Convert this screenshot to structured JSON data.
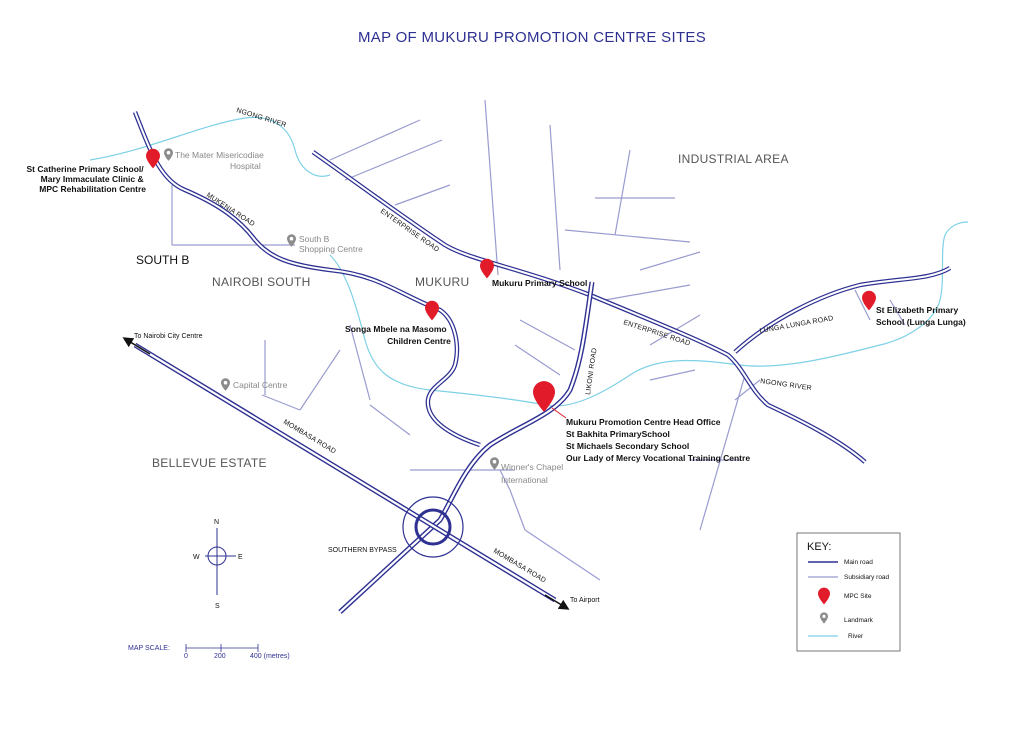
{
  "title": "MAP OF MUKURU PROMOTION CENTRE SITES",
  "areas": {
    "industrial_area": "INDUSTRIAL AREA",
    "south_b": "SOUTH B",
    "nairobi_south": "NAIROBI SOUTH",
    "mukuru": "MUKURU",
    "bellevue_estate": "BELLEVUE ESTATE"
  },
  "roads": {
    "ngong_river_top": "NGONG RIVER",
    "ngong_river_right": "NGONG RIVER",
    "mukenia_road": "MUKENIA ROAD",
    "enterprise_road_top": "ENTERPRISE ROAD",
    "enterprise_road_right": "ENTERPRISE ROAD",
    "lunga_lunga_road": "LUNGA LUNGA ROAD",
    "likoni_road": "LIKONI ROAD",
    "mombasa_road_left": "MOMBASA ROAD",
    "mombasa_road_right": "MOMBASA ROAD",
    "southern_bypass": "SOUTHERN BYPASS",
    "to_city_centre": "To Nairobi City Centre",
    "to_airport": "To Airport"
  },
  "sites": {
    "st_catherine": [
      "St Catherine Primary School/",
      "Mary Immaculate Clinic &",
      "MPC Rehabilitation Centre"
    ],
    "mukuru_primary": [
      "Mukuru Primary School"
    ],
    "songa_mbele": [
      "Songa Mbele na Masomo",
      "Children Centre"
    ],
    "st_elizabeth": [
      "St Elizabeth Primary",
      "School (Lunga Lunga)"
    ],
    "head_office": [
      "Mukuru Promotion Centre Head Office",
      "St Bakhita PrimarySchool",
      "St Michaels Secondary School",
      "Our Lady of Mercy Vocational Training Centre"
    ]
  },
  "landmarks": {
    "mater": [
      "The Mater Misericodiae",
      "Hospital"
    ],
    "south_b_shopping": [
      "South B",
      "Shopping Centre"
    ],
    "capital_centre": [
      "Capital Centre"
    ],
    "winners_chapel": [
      "Winner's Chapel",
      "International"
    ]
  },
  "compass": {
    "n": "N",
    "s": "S",
    "e": "E",
    "w": "W"
  },
  "scale": {
    "label": "MAP SCALE:",
    "ticks": [
      "0",
      "200",
      "400 (metres)"
    ]
  },
  "key": {
    "title": "KEY:",
    "items": [
      "Main road",
      "Subsidiary road",
      "MPC Site",
      "Landmark",
      "River"
    ]
  },
  "colors": {
    "main_road": "#2e3192",
    "subsidiary_road": "#9a9ccf",
    "river": "#7fd1e6",
    "site_pin": "#e11b2a",
    "landmark_pin": "#8c8c8c",
    "title": "#2e3192"
  }
}
